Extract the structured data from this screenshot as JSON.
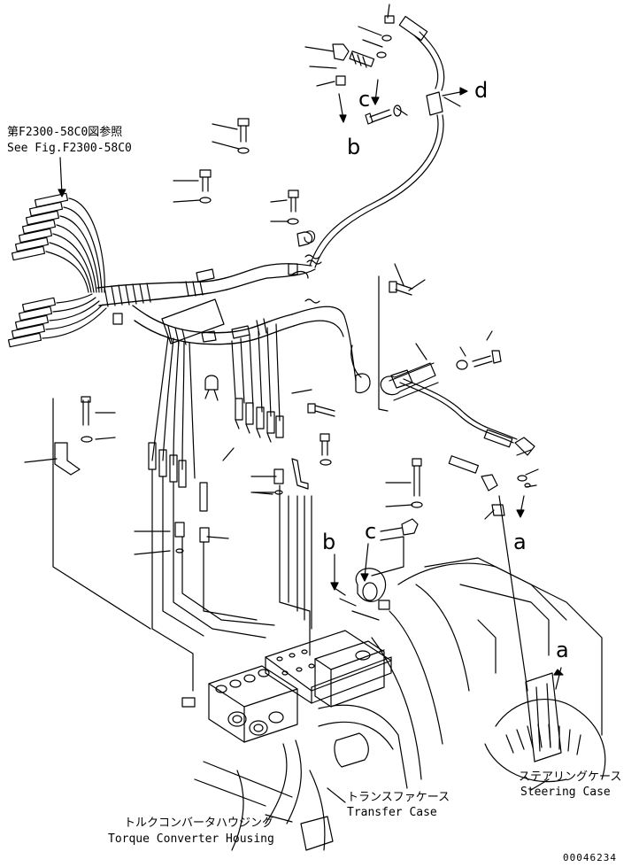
{
  "references": {
    "fig_jp": "第F2300-58C0図参照",
    "fig_en": "See Fig.F2300-58C0"
  },
  "callout_letters": {
    "a_right": "a",
    "b_upper": "b",
    "c_upper": "c",
    "d_upper": "d",
    "b_lower": "b",
    "c_lower": "c",
    "a_lower": "a"
  },
  "components": {
    "steering_case_jp": "ステアリングケース",
    "steering_case_en": "Steering Case",
    "transfer_case_jp": "トランスファケース",
    "transfer_case_en": "Transfer Case",
    "torque_converter_jp": "トルクコンバータハウジング",
    "torque_converter_en": "Torque Converter Housing"
  },
  "drawing_number": "00046234"
}
